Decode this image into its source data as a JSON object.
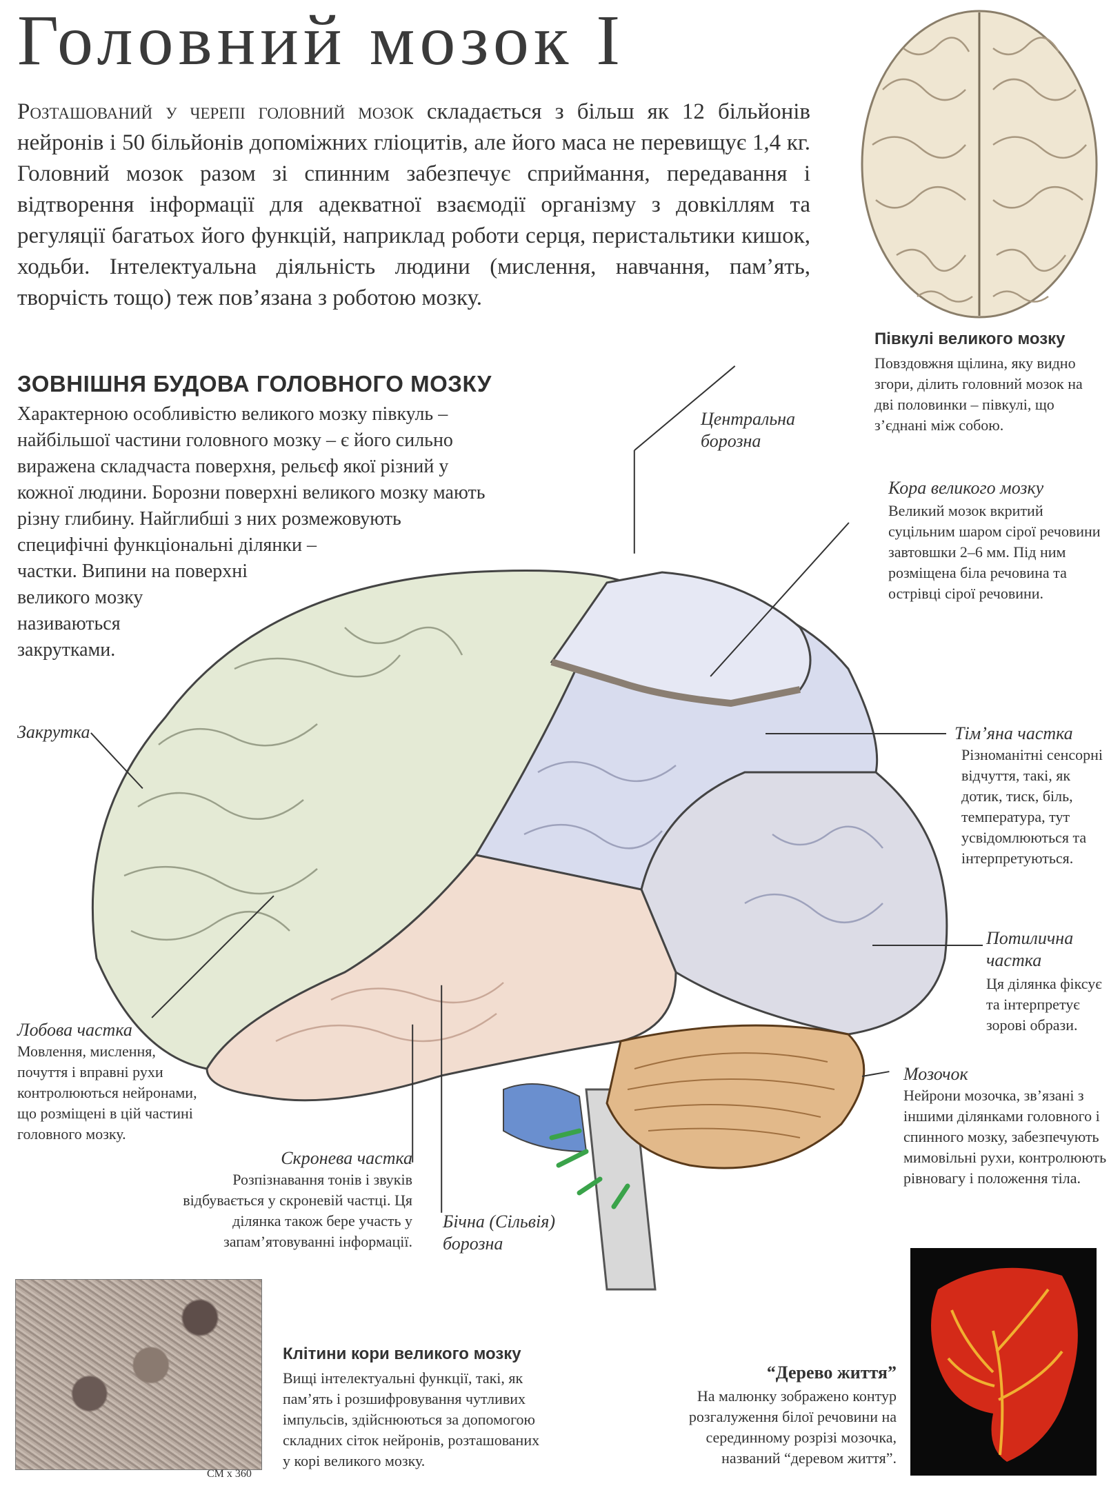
{
  "title": "Головний мозок I",
  "intro": {
    "lead": "Розташований у черепі головний мозок",
    "text": " складається з більш як 12 більйонів нейронів і 50 більйонів допоміжних гліоцитів, але його маса не перевищує 1,4 кг. Головний мозок разом зі спинним забезпечує сприймання, передавання і відтворення інформації для адекватної взаємодії організму з довкіллям та регуляції багатьох його функцій, наприклад роботи серця, перистальтики кишок, ходьби. Інтелектуальна діяльність людини (мислення, навчання, пам’ять, творчість тощо) теж пов’язана з роботою мозку."
  },
  "section": {
    "heading": "ЗОВНІШНЯ БУДОВА ГОЛОВНОГО МОЗКУ",
    "lines": [
      "Характерною особливістю великого мозку півкуль –",
      "найбільшої частини головного мозку – є його сильно",
      "виражена складчаста поверхня, рельєф якої різний у",
      "кожної людини. Борозни поверхні великого мозку мають",
      "різну глибину. Найглибші з них розмежовують",
      "специфічні функціональні ділянки –",
      "частки. Випини на поверхні",
      "великого мозку",
      "називаються",
      "закрутками."
    ]
  },
  "top_brain": {
    "caption": "Півкулі великого мозку",
    "lines": [
      "Повздовжня щілина, яку видно",
      "згори, ділить головний мозок на",
      "дві половинки – півкулі, що",
      "з’єднані між собою."
    ]
  },
  "labels": {
    "central": [
      "Центральна",
      "борозна"
    ],
    "cortex": {
      "title": "Кора великого мозку",
      "lines": [
        "Великий мозок вкритий",
        "суцільним шаром сірої речовини",
        "завтовшки  2–6 мм. Під ним",
        "розміщена біла речовина та",
        "острівці сірої речовини."
      ]
    },
    "gyrus": "Закрутка",
    "parietal": {
      "title": "Тім’яна частка",
      "lines": [
        "Різноманітні сенсорні",
        "відчуття, такі, як",
        "дотик, тиск, біль,",
        "температура, тут",
        "усвідомлюються та",
        "інтерпретуються."
      ]
    },
    "occipital": {
      "title": [
        "Потилична",
        "частка"
      ],
      "lines": [
        "Ця ділянка фіксує",
        "та інтерпретує",
        "зорові образи."
      ]
    },
    "frontal": {
      "title": "Лобова частка",
      "lines": [
        "Мовлення, мислення,",
        "почуття і вправні рухи",
        "контролюються нейронами,",
        "що розміщені в цій частині",
        "головного мозку."
      ]
    },
    "cerebellum": {
      "title": "Мозочок",
      "lines": [
        "Нейрони мозочка, зв’язані з",
        "іншими ділянками головного і",
        "спинного мозку, забезпечують",
        "мимовільні рухи, контролюють",
        "рівновагу і положення тіла."
      ]
    },
    "temporal": {
      "title": "Скронева частка",
      "lines": [
        "Розпізнавання тонів і звуків",
        "відбувається у скроневій частці. Ця",
        "ділянка також бере участь у",
        "запам’ятовуванні інформації."
      ]
    },
    "lateral": [
      "Бічна (Сільвія)",
      "борозна"
    ]
  },
  "cells": {
    "caption": "Клітини кори великого мозку",
    "lines": [
      "Вищі інтелектуальні функції, такі, як",
      "пам’ять і розшифровування чутливих",
      "імпульсів, здійснюються за допомогою",
      "складних сіток нейронів, розташованих",
      "у корі великого мозку."
    ],
    "mag": "СМ х 360"
  },
  "tree": {
    "caption": "“Дерево життя”",
    "lines": [
      "На малюнку зображено контур",
      "розгалуження білої речовини на",
      "серединному розрізі мозочка,",
      "названий “деревом життя”."
    ]
  }
}
